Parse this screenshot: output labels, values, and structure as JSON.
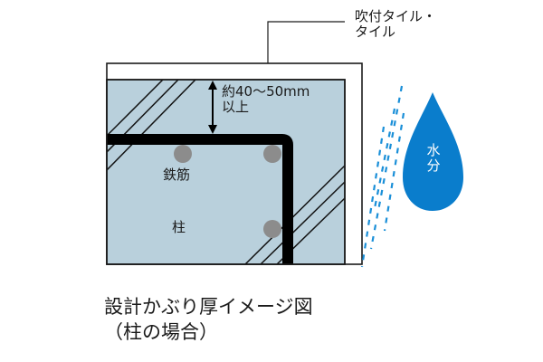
{
  "labels": {
    "tile": {
      "line1": "吹付タイル・",
      "line2": "タイル"
    },
    "cover_thickness": {
      "line1": "約40〜50mm",
      "line2": "以上"
    },
    "rebar": "鉄筋",
    "column": "柱",
    "water": {
      "line1": "水",
      "line2": "分"
    }
  },
  "caption": {
    "line1": "設計かぶり厚イメージ図",
    "line2": "（柱の場合）"
  },
  "colors": {
    "concrete": "#b9d0dc",
    "reinforcement_bar": "#000000",
    "rebar_dot": "#8c8c8c",
    "water_drop": "#0a7dcc",
    "rain_dash": "#1a8fd8",
    "outline": "#1a1a1a"
  }
}
